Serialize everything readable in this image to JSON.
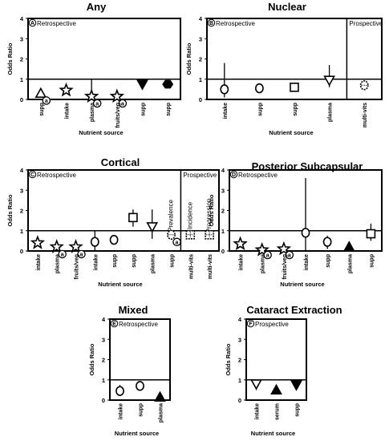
{
  "chart_data": [
    {
      "panel_letter": "A",
      "title": "Any",
      "type": "scatter",
      "ylabel": "Odds Ratio",
      "xlabel": "Nutrient source",
      "ylim": [
        0,
        4
      ],
      "yticks": [
        "0",
        "1",
        "2",
        "3",
        "4"
      ],
      "reference_line": 1,
      "sections": [
        {
          "label": "Retrospective",
          "start": 0,
          "end": 6
        }
      ],
      "categories": [
        "supp",
        "intake",
        "plasma",
        "fruits/veg",
        "supp",
        "supp"
      ],
      "points": [
        {
          "value": 0.3,
          "marker": "triangle-up-open",
          "badge": "a"
        },
        {
          "value": 0.45,
          "marker": "star"
        },
        {
          "value": 0.15,
          "lower": 0.0,
          "upper": 1.0,
          "marker": "star",
          "badge": "a"
        },
        {
          "value": 0.15,
          "marker": "star",
          "badge": "a"
        },
        {
          "value": 0.75,
          "marker": "triangle-down-filled"
        },
        {
          "value": 0.75,
          "marker": "hexagon-filled"
        }
      ]
    },
    {
      "panel_letter": "B",
      "title": "Nuclear",
      "type": "scatter",
      "ylabel": "Odds Ratio",
      "xlabel": "Nutrient source",
      "ylim": [
        0,
        4
      ],
      "yticks": [
        "0",
        "1",
        "2",
        "3",
        "4"
      ],
      "reference_line": 1,
      "sections": [
        {
          "label": "Retrospective",
          "start": 0,
          "end": 4
        },
        {
          "label": "Prospective",
          "start": 4,
          "end": 5
        }
      ],
      "categories": [
        "intake",
        "supp",
        "supp",
        "plasma",
        "multi-vits"
      ],
      "points": [
        {
          "value": 0.5,
          "lower": 0.1,
          "upper": 1.8,
          "marker": "circle-open"
        },
        {
          "value": 0.55,
          "lower": 0.35,
          "upper": 0.8,
          "marker": "circle-open"
        },
        {
          "value": 0.6,
          "marker": "square-open"
        },
        {
          "value": 0.95,
          "lower": 0.6,
          "upper": 1.7,
          "marker": "triangle-down-open"
        },
        {
          "value": 0.7,
          "marker": "circle-dotted"
        }
      ]
    },
    {
      "panel_letter": "C",
      "title": "Cortical",
      "type": "scatter",
      "ylabel": "Odds Ratio",
      "xlabel": "Nutrient source",
      "ylim": [
        0,
        4
      ],
      "yticks": [
        "0",
        "1",
        "2",
        "3",
        "4"
      ],
      "reference_line": 1,
      "sections": [
        {
          "label": "Retrospective",
          "start": 0,
          "end": 8
        },
        {
          "label": "Prospective",
          "start": 8,
          "end": 10
        }
      ],
      "categories": [
        "intake",
        "plasma",
        "fruits/veg",
        "intake",
        "supp",
        "supp",
        "plasma",
        "supp",
        "multi-vits",
        "multi-vits"
      ],
      "points": [
        {
          "value": 0.4,
          "marker": "star"
        },
        {
          "value": 0.2,
          "marker": "star",
          "badge": "a"
        },
        {
          "value": 0.2,
          "marker": "star",
          "badge": "a"
        },
        {
          "value": 0.45,
          "lower": 0.0,
          "upper": 1.0,
          "marker": "circle-open"
        },
        {
          "value": 0.55,
          "marker": "circle-open"
        },
        {
          "value": 1.65,
          "lower": 1.2,
          "upper": 2.05,
          "marker": "square-open"
        },
        {
          "value": 1.2,
          "lower": 0.6,
          "upper": 2.05,
          "marker": "triangle-down-open"
        },
        {
          "value": 0.8,
          "marker": "circle-dotted",
          "badge": "a"
        },
        {
          "value": 0.8,
          "marker": "square-dotted"
        },
        {
          "value": 0.8,
          "marker": "square-dotted"
        }
      ],
      "annotations": [
        {
          "text": "Prevalence",
          "at": 7
        },
        {
          "text": "Incidence",
          "at": 8
        },
        {
          "text": "Progression",
          "at": 9
        }
      ]
    },
    {
      "panel_letter": "D",
      "title": "Posterior Subcapsular",
      "type": "scatter",
      "ylabel": "Odds Ratio",
      "xlabel": "Nutrient source",
      "ylim": [
        0,
        4
      ],
      "yticks": [
        "0",
        "1",
        "2",
        "3",
        "4"
      ],
      "reference_line": 1,
      "sections": [
        {
          "label": "Retrospective",
          "start": 0,
          "end": 7
        }
      ],
      "categories": [
        "intake",
        "plasma",
        "fruits/veg",
        "intake",
        "supp",
        "plasma",
        "supp"
      ],
      "points": [
        {
          "value": 0.35,
          "marker": "star"
        },
        {
          "value": 0.05,
          "marker": "star",
          "badge": "a"
        },
        {
          "value": 0.1,
          "marker": "star",
          "badge": "a"
        },
        {
          "value": 0.9,
          "lower": 0.0,
          "upper": 3.6,
          "marker": "circle-open"
        },
        {
          "value": 0.45,
          "lower": 0.1,
          "upper": 0.75,
          "marker": "circle-open"
        },
        {
          "value": 0.2,
          "marker": "triangle-up-filled"
        },
        {
          "value": 0.85,
          "lower": 0.5,
          "upper": 1.35,
          "marker": "square-open"
        }
      ]
    },
    {
      "panel_letter": "E",
      "title": "Mixed",
      "type": "scatter",
      "ylabel": "Odds Ratio",
      "xlabel": "Nutrient source",
      "ylim": [
        0,
        4
      ],
      "yticks": [
        "0",
        "1",
        "2",
        "3",
        "4"
      ],
      "reference_line": 1,
      "sections": [
        {
          "label": "Retrospective",
          "start": 0,
          "end": 3
        }
      ],
      "categories": [
        "intake",
        "supp",
        "plasma"
      ],
      "points": [
        {
          "value": 0.45,
          "lower": 0.2,
          "upper": 0.75,
          "marker": "circle-open"
        },
        {
          "value": 0.7,
          "marker": "circle-open"
        },
        {
          "value": 0.15,
          "lower": 0.0,
          "upper": 0.35,
          "marker": "triangle-up-filled"
        }
      ]
    },
    {
      "panel_letter": "F",
      "title": "Cataract Extraction",
      "type": "scatter",
      "ylabel": "Odds Ratio",
      "xlabel": "Nutrient source",
      "ylim": [
        0,
        4
      ],
      "yticks": [
        "0",
        "1",
        "2",
        "3",
        "4"
      ],
      "reference_line": 1,
      "sections": [
        {
          "label": "Prospective",
          "start": 0,
          "end": 3
        }
      ],
      "categories": [
        "intake",
        "serum",
        "supp"
      ],
      "points": [
        {
          "value": 0.8,
          "lower": 0.5,
          "upper": 1.0,
          "marker": "triangle-down-open"
        },
        {
          "value": 0.5,
          "marker": "triangle-up-filled"
        },
        {
          "value": 0.75,
          "marker": "triangle-down-filled"
        }
      ]
    }
  ]
}
